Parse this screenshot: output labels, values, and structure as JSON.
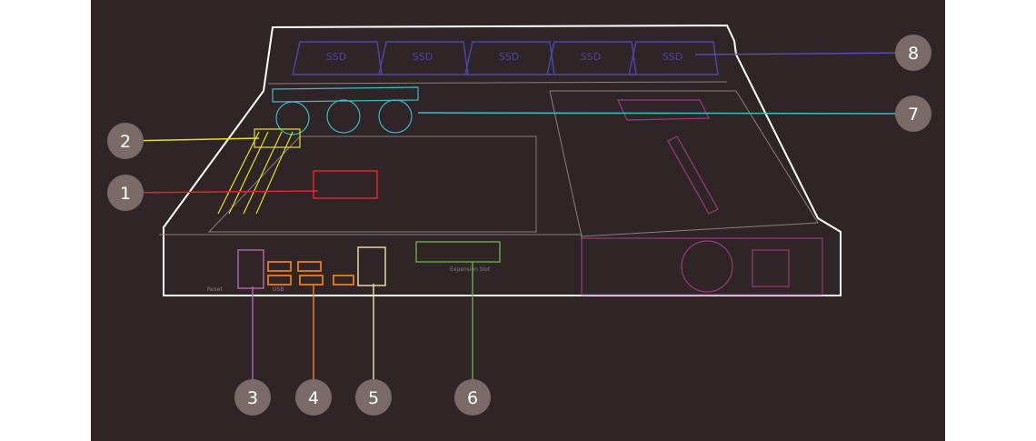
{
  "diagram": {
    "ssd_labels": [
      "SSD",
      "SSD",
      "SSD",
      "SSD",
      "SSD"
    ],
    "panel_labels": {
      "reset": "Reset",
      "usb": "USB",
      "expansion": "Expansion Slot"
    },
    "callouts": [
      {
        "number": "1",
        "component": "m2-slot",
        "color": "#e0262b"
      },
      {
        "number": "2",
        "component": "memory-slots",
        "color": "#e6e01e"
      },
      {
        "number": "3",
        "component": "sfp-port",
        "color": "#b0649e"
      },
      {
        "number": "4",
        "component": "usb-ports",
        "color": "#e8801e"
      },
      {
        "number": "5",
        "component": "lan-ports",
        "color": "#e8d7a0"
      },
      {
        "number": "6",
        "component": "expansion-slot",
        "color": "#5da83a"
      },
      {
        "number": "7",
        "component": "fans",
        "color": "#38bcc8"
      },
      {
        "number": "8",
        "component": "ssd-bays",
        "color": "#5a4bb0"
      }
    ],
    "colors": {
      "background": "#2f2527",
      "callout_fill": "#7b6b68",
      "outline": "#ffffff",
      "ssd": "#4f44a8",
      "psu": "#9a3a7d"
    }
  }
}
